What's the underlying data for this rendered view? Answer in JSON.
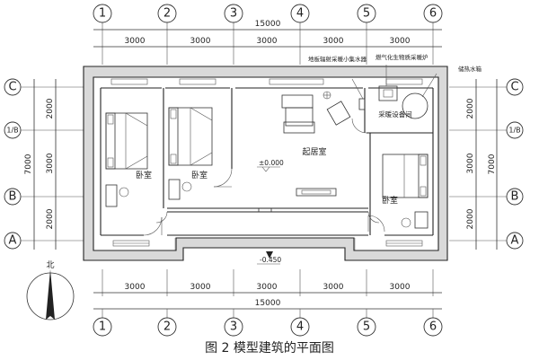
{
  "figure": {
    "caption": "图 2  模型建筑的平面图"
  },
  "axes": {
    "columns": [
      "1",
      "2",
      "3",
      "4",
      "5",
      "6"
    ],
    "rows": [
      "C",
      "1/B",
      "B",
      "A"
    ]
  },
  "dimensions": {
    "column_spacing": [
      "3000",
      "3000",
      "3000",
      "3000",
      "3000"
    ],
    "total_width": "15000",
    "row_spacing_detail": [
      "2000",
      "3000",
      "2000"
    ],
    "total_depth": "7000"
  },
  "levels": {
    "floor": "±0.000",
    "ground": "-0.450"
  },
  "rooms": {
    "bedroom_left_1": "卧室",
    "bedroom_left_2": "卧室",
    "living_room": "起居室",
    "equipment_room": "采暖设备间",
    "bedroom_right": "卧室"
  },
  "annotations": {
    "floor_heating": "地板辐射采暖小集水器",
    "boiler": "燃气化生物质采暖炉",
    "water_tank": "储热水箱"
  },
  "north": {
    "label": "北"
  }
}
